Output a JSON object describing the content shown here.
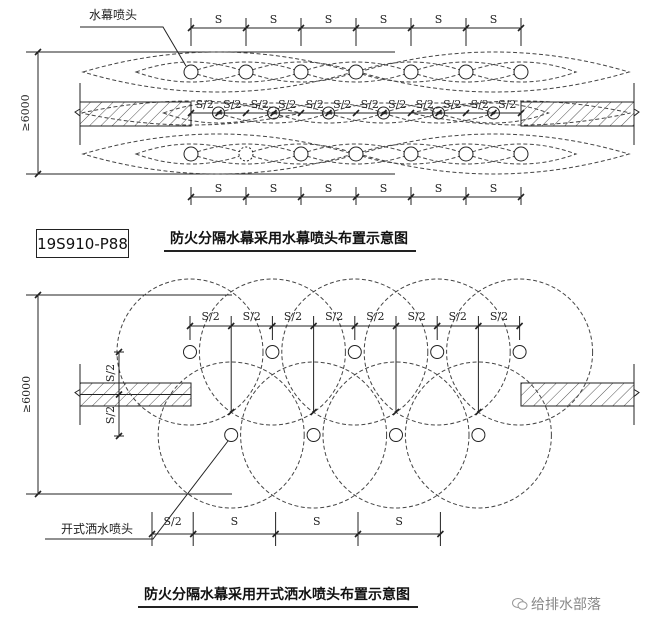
{
  "figure1": {
    "title": "防火分隔水幕采用水幕喷头布置示意图",
    "nozzle_label": "水幕喷头",
    "dimension_height": "≥6000",
    "spacing_label": "S",
    "half_spacing_label": "S/2",
    "top_dimension_segments": [
      "S",
      "S",
      "S",
      "S",
      "S",
      "S"
    ],
    "bottom_dimension_segments": [
      "S",
      "S",
      "S",
      "S",
      "S",
      "S"
    ],
    "middle_dimension_segments": [
      "S/2",
      "S/2",
      "S/2",
      "S/2",
      "S/2",
      "S/2",
      "S/2",
      "S/2",
      "S/2",
      "S/2",
      "S/2",
      "S/2"
    ],
    "nozzle_rows": 3,
    "nozzles_per_outer_row": 7,
    "nozzles_middle_row": 6
  },
  "figure2": {
    "title": "防火分隔水幕采用开式洒水喷头布置示意图",
    "nozzle_label": "开式洒水喷头",
    "dimension_height": "≥6000",
    "vertical_segments": [
      "S/2",
      "S/2"
    ],
    "top_dimension_segments": [
      "S/2",
      "S/2",
      "S/2",
      "S/2",
      "S/2",
      "S/2",
      "S/2",
      "S/2"
    ],
    "bottom_dimension_segments": [
      "S/2",
      "S",
      "S",
      "S"
    ],
    "upper_row_nozzles": 5,
    "lower_row_nozzles": 4
  },
  "reference_code": "19S910-P88",
  "watermark": "给排水部落"
}
